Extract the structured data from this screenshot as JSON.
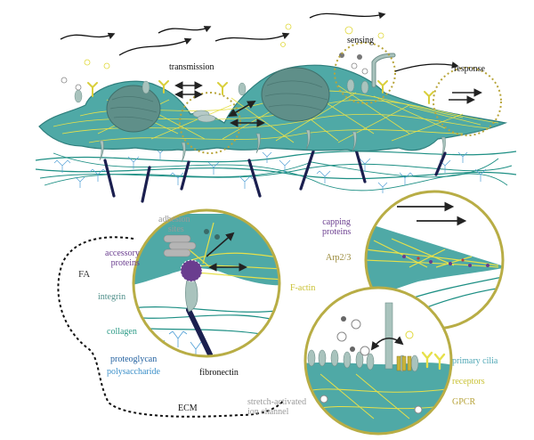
{
  "labels": {
    "transmission": "transmission",
    "sensing": "sensing",
    "response": "response",
    "adhesion_sites_line1": "adhesion",
    "adhesion_sites_line2": "sites",
    "accessory_proteins_line1": "accessory",
    "accessory_proteins_line2": "proteins",
    "fa": "FA",
    "integrin": "integrin",
    "collagen": "collagen",
    "proteoglycan": "proteoglycan",
    "polysaccharide": "polysaccharide",
    "fibronectin": "fibronectin",
    "ecm": "ECM",
    "stretch_line1": "stretch-activated",
    "stretch_line2": "ion channel",
    "capping_line1": "capping",
    "capping_line2": "proteins",
    "arp": "Arp2/3",
    "factin": "F-actin",
    "primary_cilia": "primary cilia",
    "receptors": "receptors",
    "gpcr": "GPCR"
  },
  "colors": {
    "cell_fill": "#4fa9a6",
    "cell_stroke": "#2f7f7d",
    "nucleus": "#5f8f89",
    "actin": "#e6e04a",
    "ecm_fiber": "#1d8f84",
    "proteoglycan": "#4f9fd6",
    "fibronectin": "#1b1f4f",
    "circle_border": "#b8ad45",
    "dotted": "#b8a53a"
  },
  "icons": [
    "wavy-flow-arrow-icon",
    "double-arrow-icon",
    "receptor-y-icon",
    "integrin-icon"
  ]
}
